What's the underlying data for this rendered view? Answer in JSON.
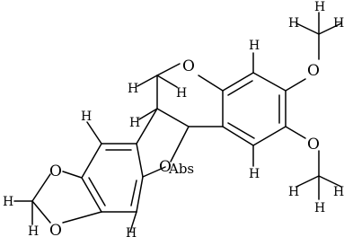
{
  "molecule": {
    "atoms": {
      "o_ring_pyran": "O",
      "o_methoxy_upper": "O",
      "o_methoxy_lower": "O",
      "o_furan": "O",
      "o_dioxole_upper": "O",
      "o_dioxole_lower": "O"
    },
    "hydrogens": {
      "h_methyl_upper_top": "H",
      "h_methyl_upper_left": "H",
      "h_methyl_upper_right": "H",
      "h_methyl_lower_bottom": "H",
      "h_methyl_lower_left": "H",
      "h_methyl_lower_right": "H",
      "h_aromatic_a_top": "H",
      "h_aromatic_a_bottom": "H",
      "h_ch2_left": "H",
      "h_ch2_right": "H",
      "h_ring_junction": "H",
      "h_aromatic_b_top": "H",
      "h_aromatic_b_bottom": "H",
      "h_dioxole_ch2_left": "H",
      "h_dioxole_ch2_bottom": "H"
    },
    "stereo_label": "Abs"
  }
}
